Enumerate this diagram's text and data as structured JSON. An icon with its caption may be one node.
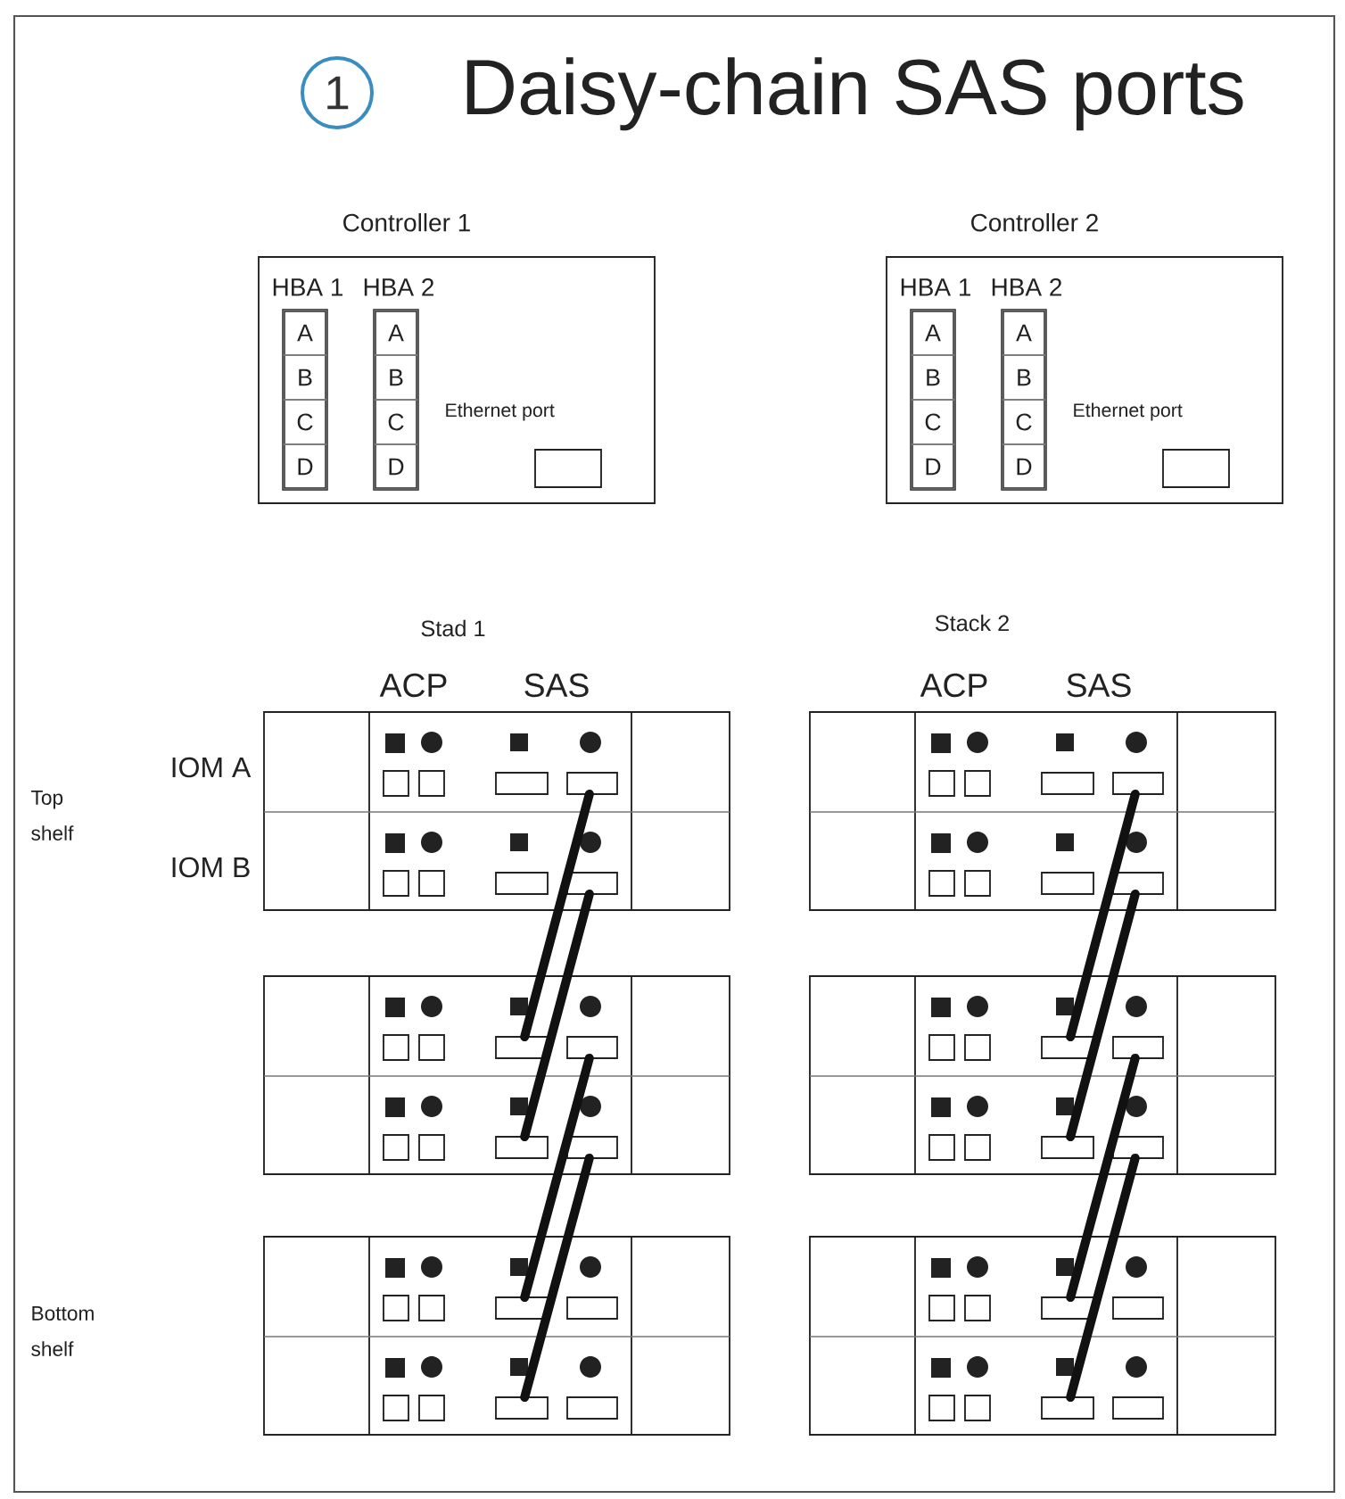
{
  "diagram": {
    "title": "Daisy-chain SAS ports",
    "nodes": [
      {
        "text": [
          "Controller 1"
        ]
      },
      {
        "text": [
          "HBA 1"
        ],
        "in": 0
      },
      {
        "text": [
          "A"
        ],
        "in": 1
      },
      {
        "text": [
          "B"
        ],
        "in": 1
      },
      {
        "text": [
          "C"
        ],
        "in": 1
      },
      {
        "text": [
          "D"
        ],
        "in": 1
      },
      {
        "text": [
          "HBA 2"
        ],
        "in": 0
      },
      {
        "text": [
          "A"
        ],
        "in": 6
      },
      {
        "text": [
          "B"
        ],
        "in": 6
      },
      {
        "text": [
          "C"
        ],
        "in": 6
      },
      {
        "text": [
          "D"
        ],
        "in": 6
      },
      {
        "text": [],
        "shape": "box",
        "beside": [
          "Ethernet port"
        ],
        "in": 0
      },
      {
        "text": [
          "Controller 2"
        ]
      },
      {
        "text": [
          "HBA 1"
        ],
        "in": 12
      },
      {
        "text": [
          "A"
        ],
        "in": 13
      },
      {
        "text": [
          "B"
        ],
        "in": 13
      },
      {
        "text": [
          "C"
        ],
        "in": 13
      },
      {
        "text": [
          "D"
        ],
        "in": 13
      },
      {
        "text": [
          "HBA 2"
        ],
        "in": 12
      },
      {
        "text": [
          "A"
        ],
        "in": 18
      },
      {
        "text": [
          "B"
        ],
        "in": 18
      },
      {
        "text": [
          "C"
        ],
        "in": 18
      },
      {
        "text": [
          "D"
        ],
        "in": 18
      },
      {
        "text": [],
        "shape": "box",
        "beside": [
          "Ethernet port"
        ],
        "in": 12
      },
      {
        "text": [],
        "shape": "box"
      },
      {
        "text": [],
        "shape": "box",
        "in": 24
      },
      {
        "text": [],
        "shape": "box",
        "in": 24
      },
      {
        "text": [],
        "shape": "box",
        "in": 24
      },
      {
        "text": [],
        "shape": "box",
        "in": 24
      },
      {
        "text": [],
        "shape": "box"
      },
      {
        "text": [],
        "shape": "box",
        "in": 29
      },
      {
        "text": [],
        "shape": "box",
        "in": 29
      },
      {
        "text": [],
        "shape": "box",
        "in": 29
      },
      {
        "text": [],
        "shape": "box",
        "in": 29
      },
      {
        "text": [],
        "shape": "box"
      },
      {
        "text": [],
        "shape": "box",
        "in": 34
      },
      {
        "text": [],
        "shape": "box",
        "in": 34
      },
      {
        "text": [],
        "shape": "box",
        "in": 34
      },
      {
        "text": [],
        "shape": "box",
        "in": 34
      },
      {
        "text": [],
        "shape": "box"
      },
      {
        "text": [],
        "shape": "box",
        "in": 39
      },
      {
        "text": [],
        "shape": "box",
        "in": 39
      },
      {
        "text": [],
        "shape": "box",
        "in": 39
      },
      {
        "text": [],
        "shape": "box",
        "in": 39
      },
      {
        "text": [],
        "shape": "box"
      },
      {
        "text": [],
        "shape": "box",
        "in": 44
      },
      {
        "text": [],
        "shape": "box",
        "in": 44
      },
      {
        "text": [],
        "shape": "box",
        "in": 44
      },
      {
        "text": [],
        "shape": "box",
        "in": 44
      },
      {
        "text": [],
        "shape": "box"
      },
      {
        "text": [],
        "shape": "box",
        "in": 49
      },
      {
        "text": [],
        "shape": "box",
        "in": 49
      },
      {
        "text": [],
        "shape": "box",
        "in": 49
      },
      {
        "text": [],
        "shape": "box",
        "in": 49
      }
    ],
    "edges": [
      {
        "from": 26,
        "to": 35,
        "arrow": "none"
      },
      {
        "from": 28,
        "to": 37,
        "arrow": "none"
      },
      {
        "from": 36,
        "to": 45,
        "arrow": "none"
      },
      {
        "from": 38,
        "to": 47,
        "arrow": "none"
      },
      {
        "from": 31,
        "to": 40,
        "arrow": "none"
      },
      {
        "from": 33,
        "to": 42,
        "arrow": "none"
      },
      {
        "from": 41,
        "to": 50,
        "arrow": "none"
      },
      {
        "from": 43,
        "to": 52,
        "arrow": "none"
      }
    ],
    "labels": [
      "1",
      "Stad 1",
      "Stack 2",
      "ACP",
      "SAS",
      "ACP",
      "SAS",
      "IOM A",
      "Top shelf",
      "IOM B",
      "Bottom shelf"
    ]
  }
}
